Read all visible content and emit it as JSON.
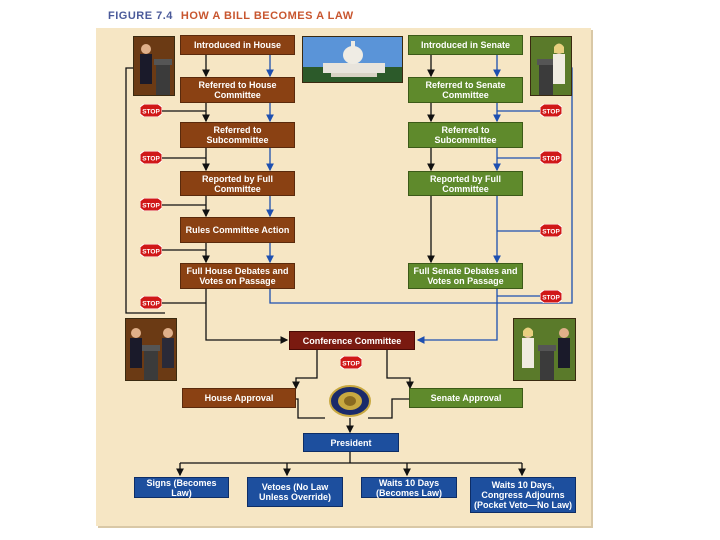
{
  "figure": {
    "number": "FIGURE 7.4",
    "title": "HOW A BILL BECOMES A LAW"
  },
  "house": {
    "steps": [
      "Introduced in House",
      "Referred to House Committee",
      "Referred to Subcommittee",
      "Reported by Full Committee",
      "Rules Committee Action",
      "Full House Debates and Votes on Passage"
    ],
    "approval": "House Approval"
  },
  "senate": {
    "steps": [
      "Introduced in Senate",
      "Referred to Senate Committee",
      "Referred to Subcommittee",
      "Reported by Full Committee",
      "Full Senate Debates and Votes on Passage"
    ],
    "approval": "Senate Approval"
  },
  "conference": "Conference Committee",
  "president": "President",
  "outcomes": [
    "Signs (Becomes Law)",
    "Vetoes (No Law Unless Override)",
    "Waits 10 Days (Becomes Law)",
    "Waits 10 Days, Congress Adjourns (Pocket Veto—No Law)"
  ],
  "stop_label": "STOP",
  "colors": {
    "house": "#8a4113",
    "senate": "#5f8a2c",
    "conference": "#7a1a10",
    "president": "#1d4f9e",
    "panel": "#f6e6c4",
    "stop": "#d01818"
  }
}
